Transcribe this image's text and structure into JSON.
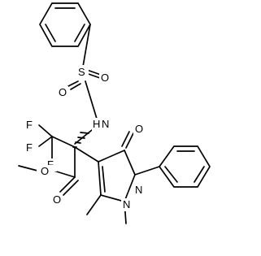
{
  "molecule": {
    "atoms": {
      "O_sulfonyl_top": "O",
      "S_sulfonyl": "S",
      "O_sulfonyl_bottom": "O",
      "N_sulfonamide": "N",
      "H_sulfonamide": "H",
      "F_top": "F",
      "F_left": "F",
      "F_bottom": "F",
      "O_carbonyl": "O",
      "N1_pyrazolone": "N",
      "N2_pyrazolone": "N",
      "O_ester_single": "O",
      "O_ester_double": "O"
    }
  }
}
